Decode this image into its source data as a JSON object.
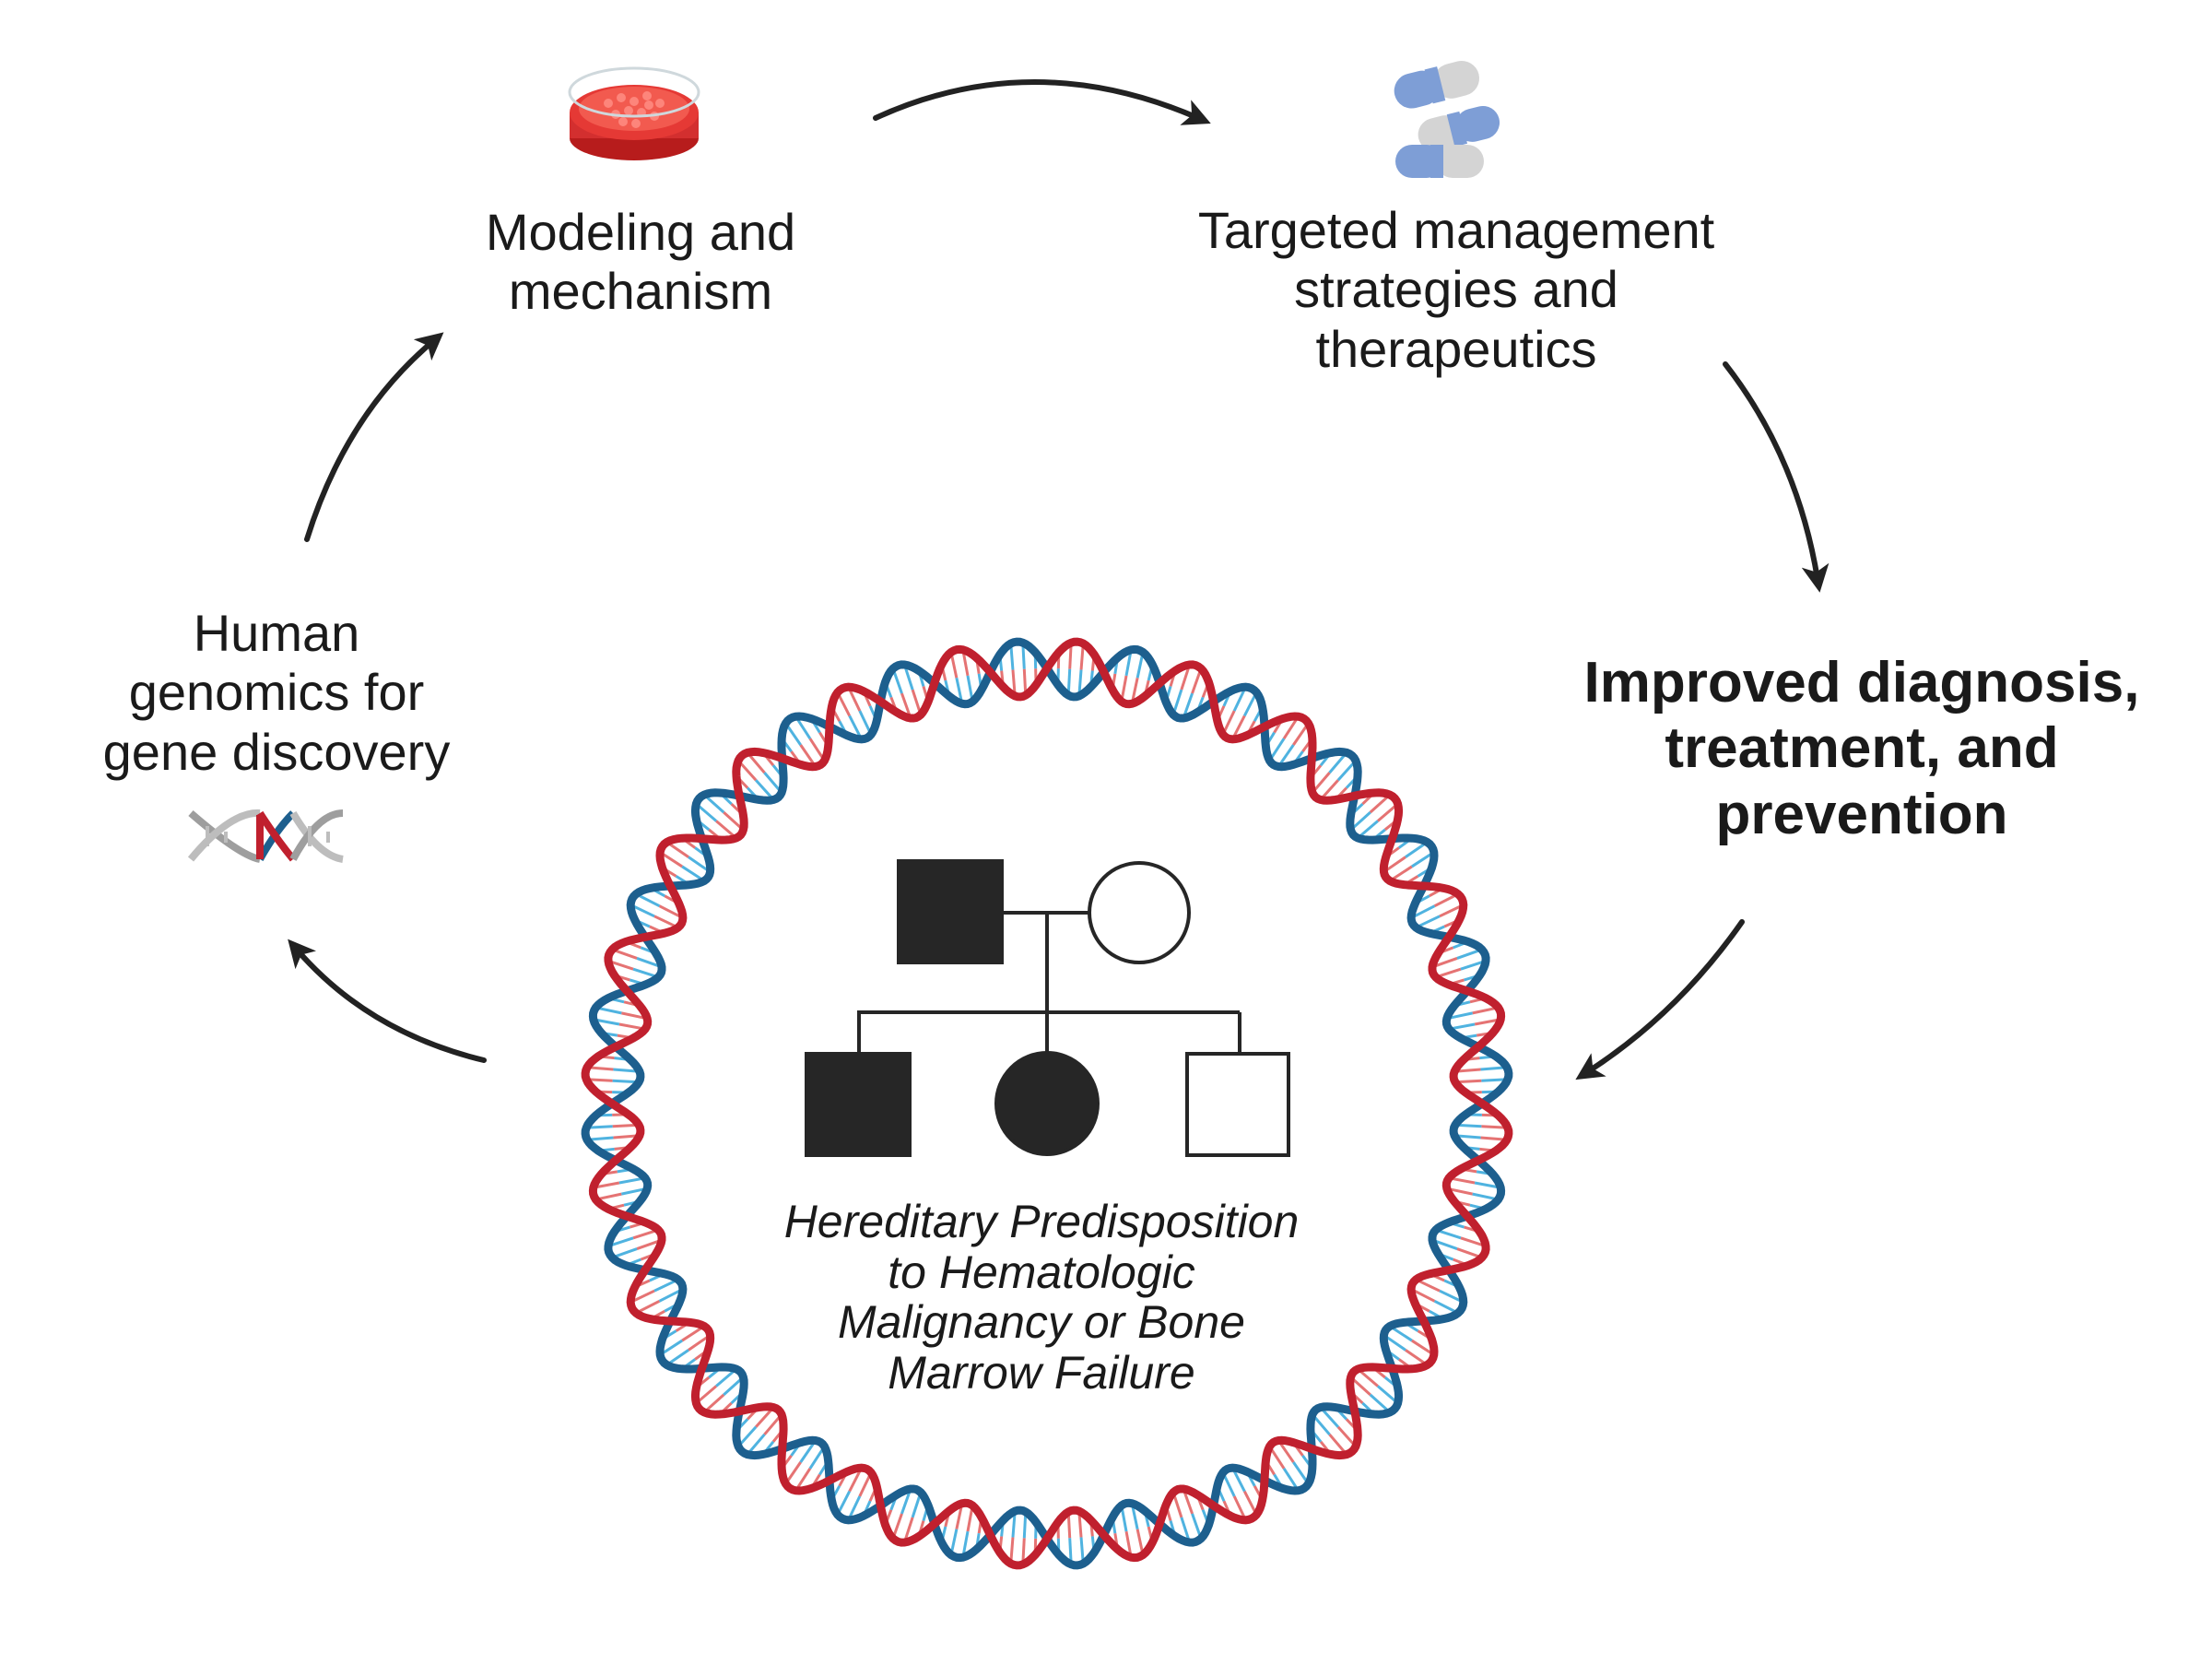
{
  "stages": {
    "genomics": "Human\ngenomics for\ngene discovery",
    "modeling": "Modeling and\nmechanism",
    "therapeutics": "Targeted management\nstrategies and\ntherapeutics"
  },
  "outcome": "Improved diagnosis,\ntreatment, and\nprevention",
  "center_title": "Hereditary Predisposition\nto Hematologic\nMalignancy or Bone\nMarrow Failure",
  "icons": {
    "genomics": "dna-icon",
    "modeling": "petri-dish-icon",
    "therapeutics": "pills-icon"
  },
  "pedigree": {
    "father": "affected-male",
    "mother": "unaffected-female",
    "children": [
      "affected-male",
      "affected-female",
      "unaffected-male"
    ]
  },
  "colors": {
    "dna_red": "#c0202e",
    "dna_blue": "#1d5f8e",
    "arrow": "#222222",
    "pedigree": "#262626",
    "petri_red": "#e53935",
    "pill_blue": "#7e9ed6",
    "pill_gray": "#d4d4d4"
  }
}
